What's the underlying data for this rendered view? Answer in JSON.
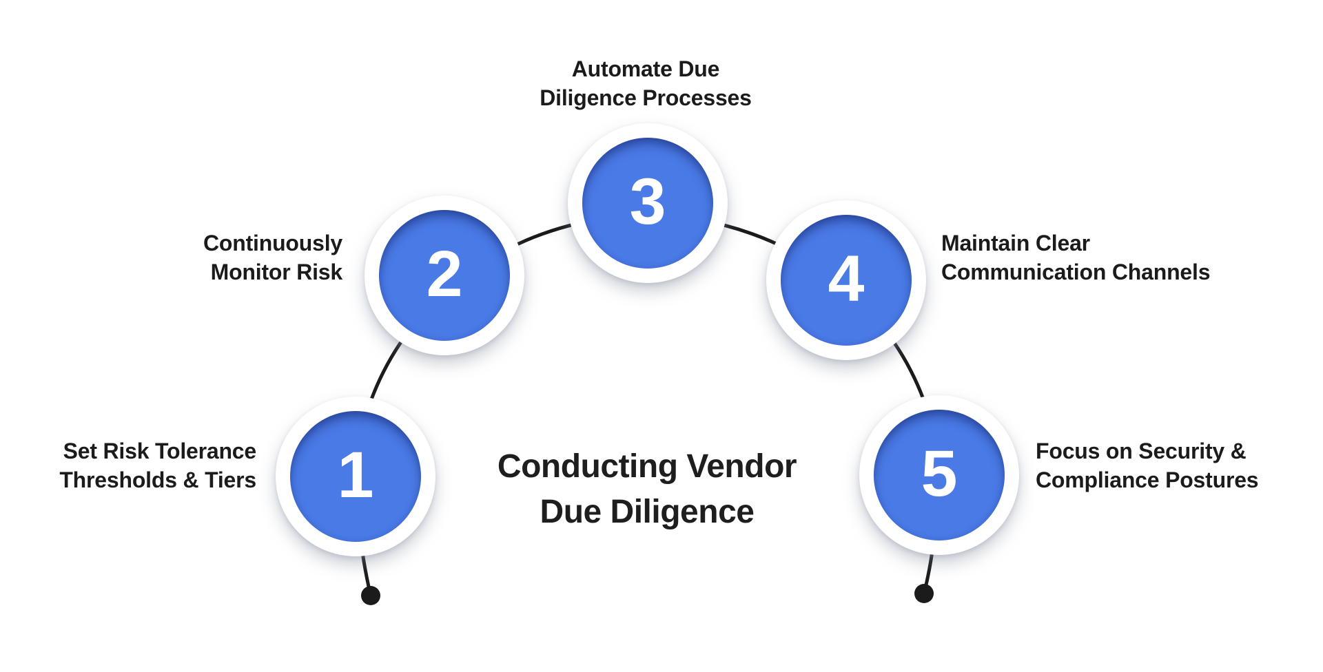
{
  "title": {
    "lines": [
      "Conducting Vendor",
      "Due Diligence"
    ]
  },
  "steps": [
    {
      "number": "1",
      "lines": [
        "Set Risk Tolerance",
        "Thresholds & Tiers"
      ]
    },
    {
      "number": "2",
      "lines": [
        "Continuously",
        "Monitor Risk"
      ]
    },
    {
      "number": "3",
      "lines": [
        "Automate Due",
        "Diligence Processes"
      ]
    },
    {
      "number": "4",
      "lines": [
        "Maintain Clear",
        "Communication Channels"
      ]
    },
    {
      "number": "5",
      "lines": [
        "Focus on Security &",
        "Compliance Postures"
      ]
    }
  ],
  "colors": {
    "background": "#FFFFFF",
    "circle_fill": "#4A7AE6",
    "circle_ring": "#FFFFFF",
    "connector_line": "#1B1B1B",
    "label_text": "#1B1B1B",
    "title_text": "#1E1E1E",
    "number_text": "#FFFFFF"
  }
}
